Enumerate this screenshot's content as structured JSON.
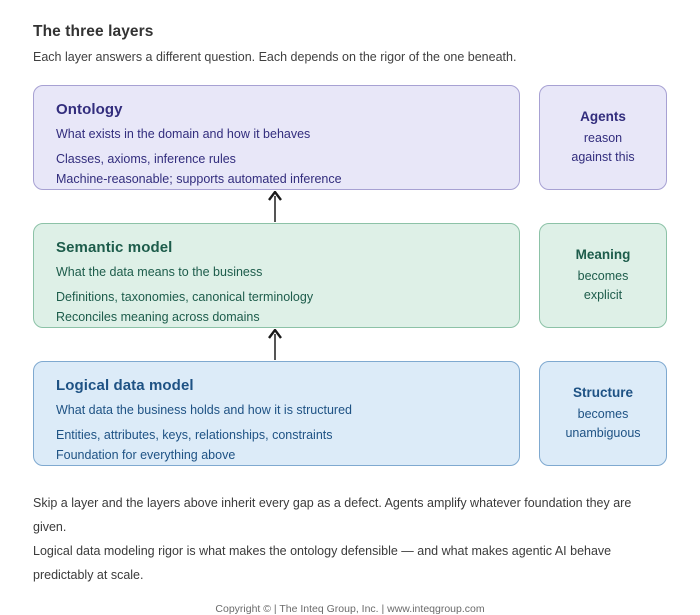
{
  "page": {
    "title": "The three layers",
    "subtitle": "Each layer answers a different question. Each depends on the rigor of the one beneath.",
    "footer_lines": [
      "Skip a layer and the layers above inherit every gap as a defect. Agents amplify whatever foundation they are given.",
      "Logical data modeling rigor is what makes the ontology defensible — and what makes agentic AI behave predictably at scale."
    ],
    "copyright": "Copyright © | The Inteq Group, Inc. | www.inteqgroup.com",
    "arrow_color_stem": "#555555",
    "arrow_color_head": "#1a1a1a"
  },
  "layers": [
    {
      "id": "ontology",
      "title": "Ontology",
      "question": "What exists in the domain and how it behaves",
      "details": [
        "Classes, axioms, inference rules",
        "Machine-reasonable; supports automated inference"
      ],
      "side": {
        "title": "Agents",
        "lines": [
          "reason",
          "against this"
        ]
      },
      "colors": {
        "bg": "#e8e7f8",
        "border": "#a7a1d3",
        "text": "#322d7d"
      }
    },
    {
      "id": "semantic-model",
      "title": "Semantic model",
      "question": "What the data means to the business",
      "details": [
        "Definitions, taxonomies, canonical terminology",
        "Reconciles meaning across domains"
      ],
      "side": {
        "title": "Meaning",
        "lines": [
          "becomes",
          "explicit"
        ]
      },
      "colors": {
        "bg": "#def0e7",
        "border": "#8cc2a7",
        "text": "#1d5c4b"
      }
    },
    {
      "id": "logical-data-model",
      "title": "Logical data model",
      "question": "What data the business holds and how it is structured",
      "details": [
        "Entities, attributes, keys, relationships, constraints",
        "Foundation for everything above"
      ],
      "side": {
        "title": "Structure",
        "lines": [
          "becomes",
          "unambiguous"
        ]
      },
      "colors": {
        "bg": "#dcebf8",
        "border": "#7fa9d0",
        "text": "#1e5284"
      }
    }
  ]
}
